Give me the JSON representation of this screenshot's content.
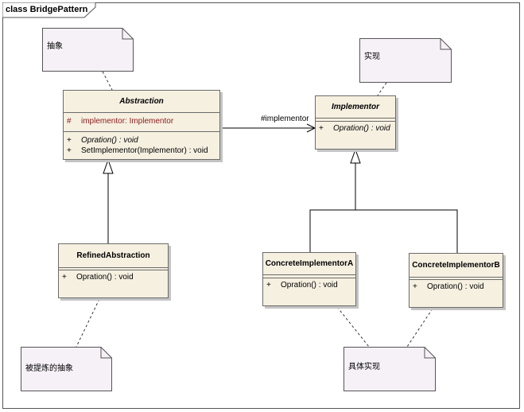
{
  "frame": {
    "label": "class BridgePattern"
  },
  "notes": {
    "abstraction": "抽象",
    "implementor": "实现",
    "refined": "被提炼的抽象",
    "concrete": "具体实现"
  },
  "classes": {
    "abstraction": {
      "name": "Abstraction",
      "attributes": [
        {
          "visibility": "#",
          "text": "implementor:  Implementor"
        }
      ],
      "operations": [
        {
          "visibility": "+",
          "text": "Opration() : void"
        },
        {
          "visibility": "+",
          "text": "SetImplementor(Implementor) : void"
        }
      ]
    },
    "implementor": {
      "name": "Implementor",
      "operations": [
        {
          "visibility": "+",
          "text": "Opration() : void"
        }
      ]
    },
    "refined": {
      "name": "RefinedAbstraction",
      "operations": [
        {
          "visibility": "+",
          "text": "Opration() : void"
        }
      ]
    },
    "concrete_a": {
      "name": "ConcreteImplementorA",
      "operations": [
        {
          "visibility": "+",
          "text": "Opration() : void"
        }
      ]
    },
    "concrete_b": {
      "name": "ConcreteImplementorB",
      "operations": [
        {
          "visibility": "+",
          "text": "Opration() : void"
        }
      ]
    }
  },
  "association": {
    "label": "#implementor"
  }
}
